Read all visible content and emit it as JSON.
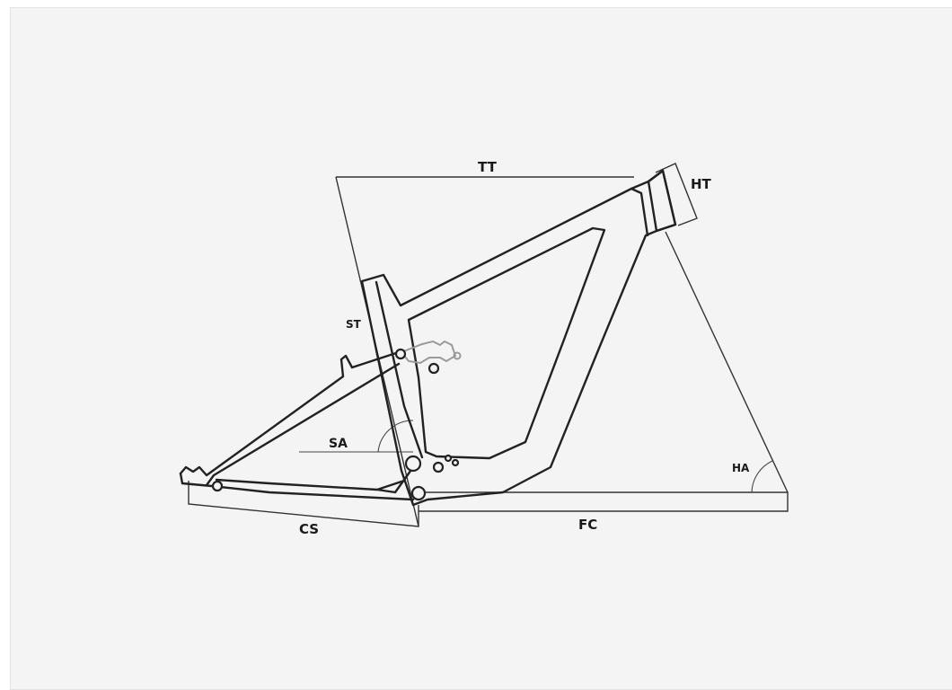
{
  "labels": {
    "tt": "TT",
    "ht": "HT",
    "st": "ST",
    "sa": "SA",
    "ha": "HA",
    "cs": "CS",
    "fc": "FC"
  },
  "colors": {
    "background": "#f4f4f4",
    "line": "#222222",
    "linkage": "#9a9a9a"
  }
}
